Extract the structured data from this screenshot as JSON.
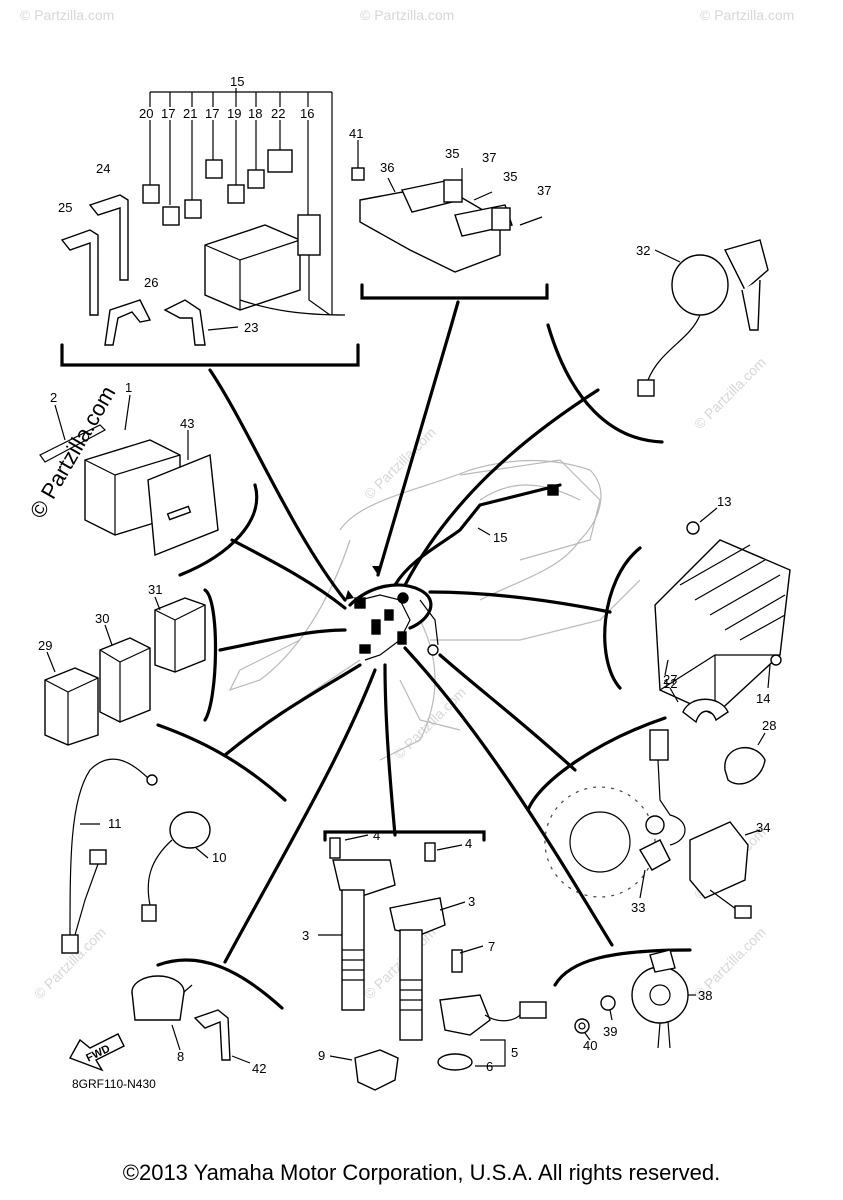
{
  "watermark": {
    "main": "© Partzilla.com",
    "tile": "© Partzilla.com"
  },
  "fwd_label": "FWD",
  "diagram_code": "8GRF110-N430",
  "copyright": "©2013 Yamaha Motor Corporation, U.S.A. All rights reserved.",
  "labels": {
    "c15": "15",
    "c20": "20",
    "c17a": "17",
    "c21": "21",
    "c17b": "17",
    "c19": "19",
    "c18": "18",
    "c22": "22",
    "c16": "16",
    "c24": "24",
    "c25": "25",
    "c26": "26",
    "c23": "23",
    "c41": "41",
    "c36": "36",
    "c35a": "35",
    "c37a": "37",
    "c35b": "35",
    "c37b": "37",
    "c32": "32",
    "c2": "2",
    "c1": "1",
    "c43": "43",
    "c15b": "15",
    "c13": "13",
    "c12": "12",
    "c14": "14",
    "c31": "31",
    "c30": "30",
    "c29": "29",
    "c27": "27",
    "c28": "28",
    "c34": "34",
    "c33": "33",
    "c11": "11",
    "c10": "10",
    "c4a": "4",
    "c4b": "4",
    "c3a": "3",
    "c3b": "3",
    "c7": "7",
    "c5": "5",
    "c6": "6",
    "c38": "38",
    "c39": "39",
    "c40": "40",
    "c8": "8",
    "c9": "9",
    "c42": "42"
  }
}
